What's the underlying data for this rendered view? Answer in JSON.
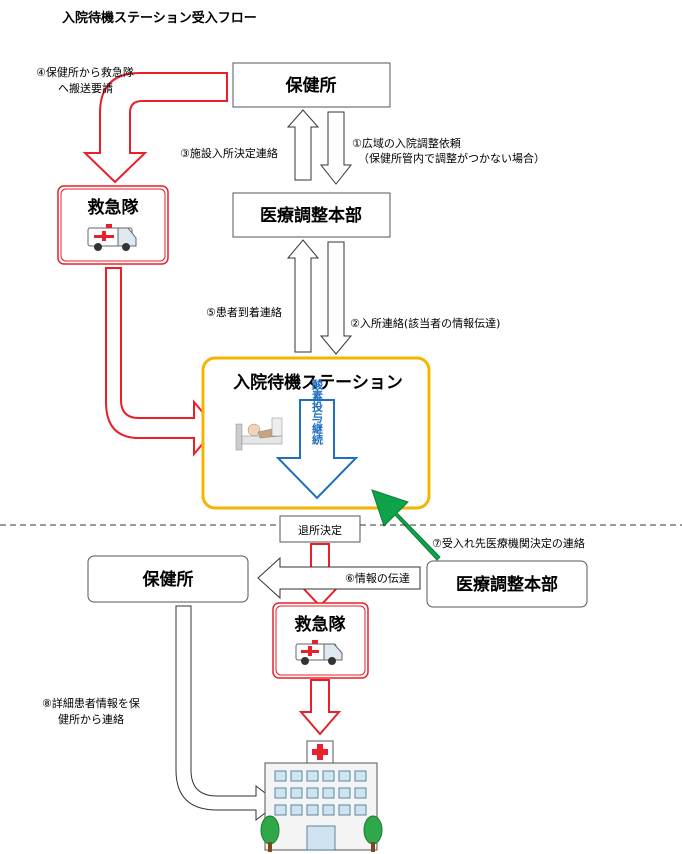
{
  "title": "入院待機ステーション受入フロー",
  "boxes": {
    "hokenjo_top": "保健所",
    "iryo_top": "医療調整本部",
    "kyukyu_left": "救急隊",
    "station": "入院待機ステーション",
    "sanso": "酸素投与継続",
    "taisho": "退所決定",
    "hokenjo_bottom": "保健所",
    "iryo_bottom": "医療調整本部",
    "kyukyu_bottom": "救急隊"
  },
  "labels": {
    "l4_line1": "④保健所から救急隊",
    "l4_line2": "へ搬送要請",
    "l3": "③施設入所決定連絡",
    "l1_line1": "①広域の入院調整依頼",
    "l1_line2": "（保健所管内で調整がつかない場合）",
    "l5": "⑤患者到着連絡",
    "l2": "②入所連絡(該当者の情報伝達)",
    "l7": "⑦受入れ先医療機関決定の連絡",
    "l6": "⑥情報の伝達",
    "l8_line1": "⑧詳細患者情報を保",
    "l8_line2": "健所から連絡"
  },
  "colors": {
    "red": "#e8202a",
    "orange": "#f5b400",
    "blue": "#1f6fc0",
    "green": "#0ea24a"
  },
  "icons": [
    "ambulance-icon",
    "patient-bed-icon",
    "hospital-icon"
  ]
}
